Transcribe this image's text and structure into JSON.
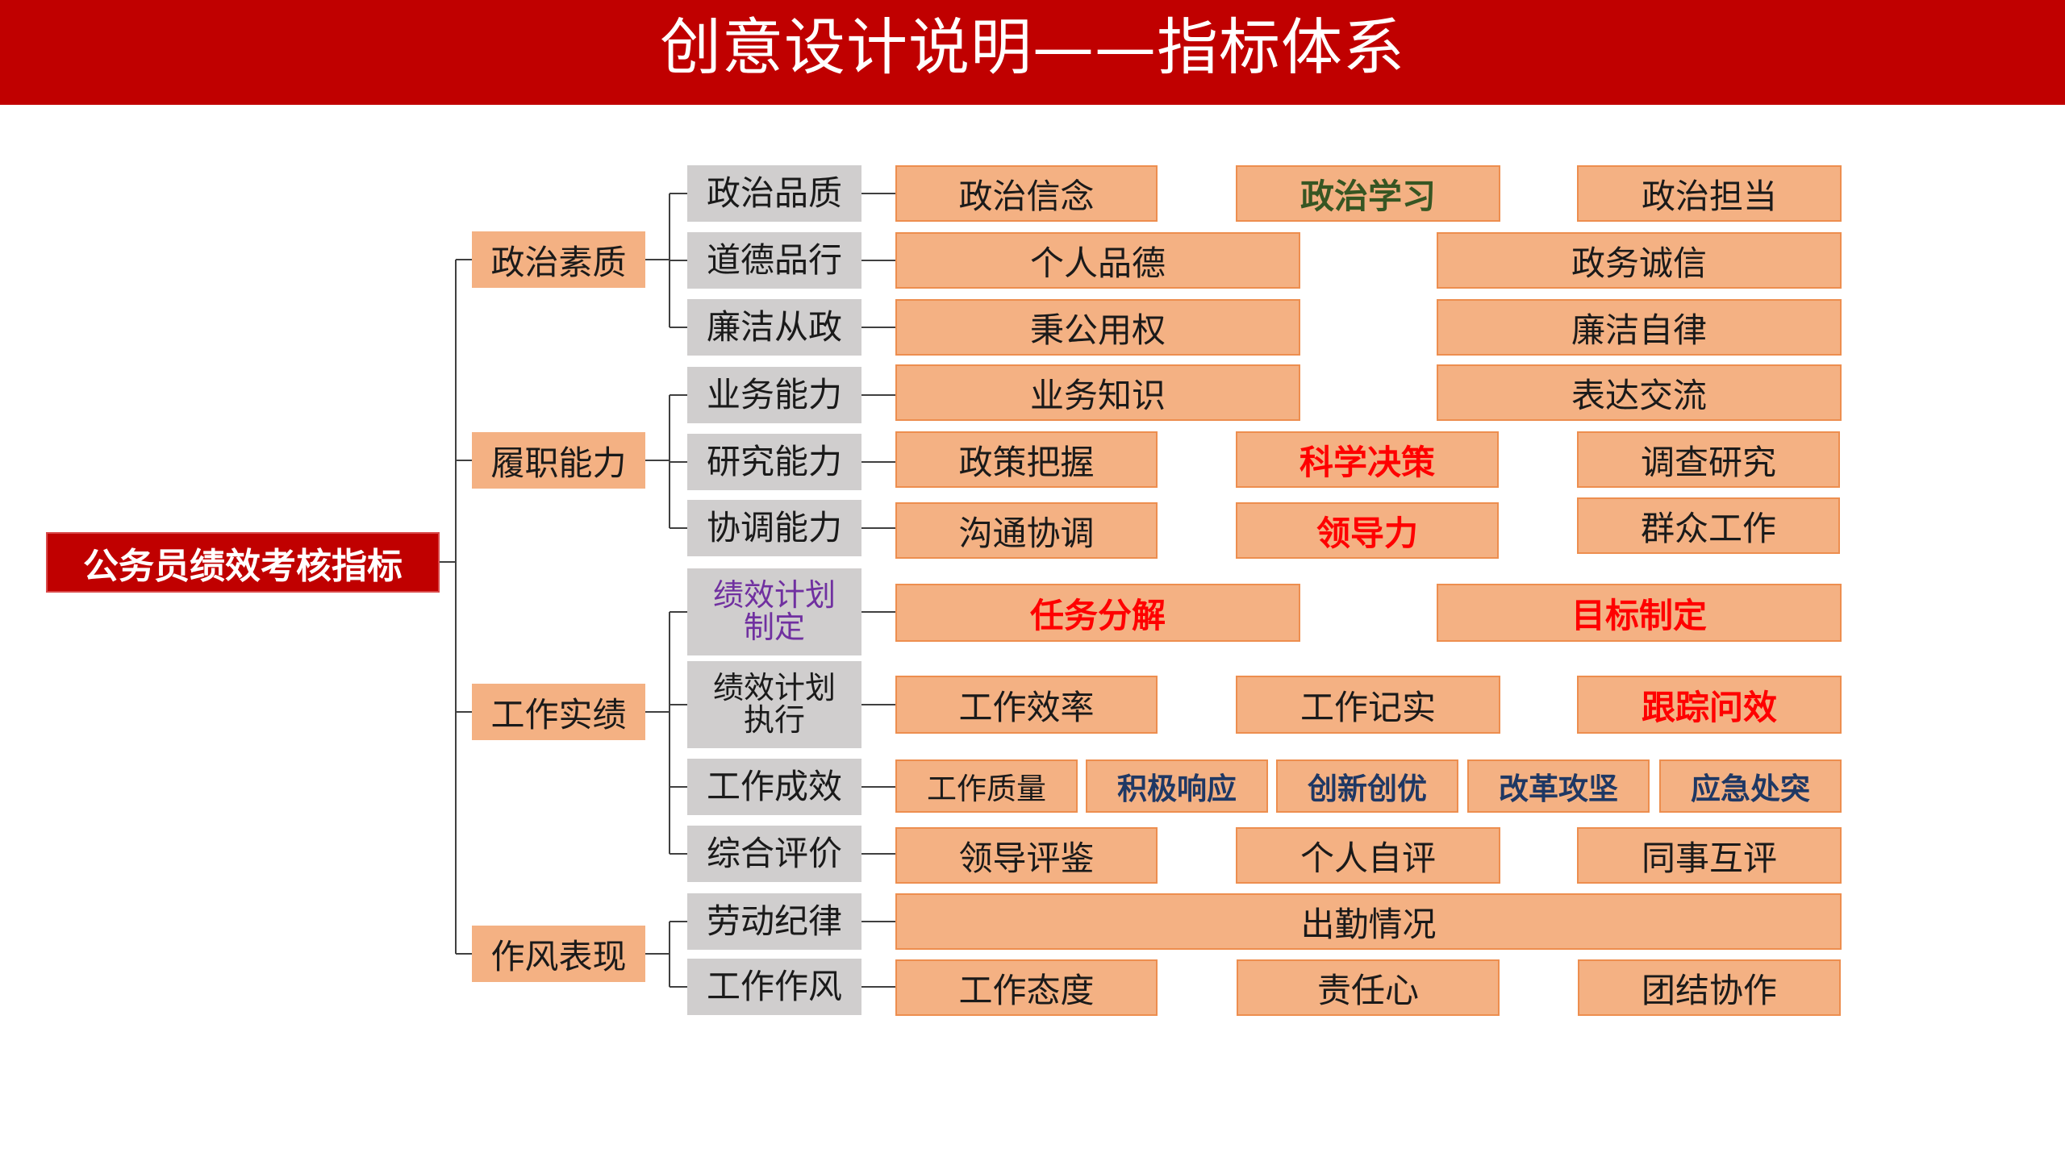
{
  "title": "创意设计说明——指标体系",
  "root": "公务员绩效考核指标",
  "categories": {
    "c1": "政治素质",
    "c2": "履职能力",
    "c3": "工作实绩",
    "c4": "作风表现"
  },
  "subs": {
    "s1": "政治品质",
    "s2": "道德品行",
    "s3": "廉洁从政",
    "s4": "业务能力",
    "s5": "研究能力",
    "s6": "协调能力",
    "s7": "绩效计划制定",
    "s8": "绩效计划执行",
    "s9": "工作成效",
    "s10": "综合评价",
    "s11": "劳动纪律",
    "s12": "工作作风"
  },
  "leaves": {
    "s1": [
      "政治信念",
      "政治学习",
      "政治担当"
    ],
    "s2": [
      "个人品德",
      "政务诚信"
    ],
    "s3": [
      "秉公用权",
      "廉洁自律"
    ],
    "s4": [
      "业务知识",
      "表达交流"
    ],
    "s5": [
      "政策把握",
      "科学决策",
      "调查研究"
    ],
    "s6": [
      "沟通协调",
      "领导力",
      "群众工作"
    ],
    "s7": [
      "任务分解",
      "目标制定"
    ],
    "s8": [
      "工作效率",
      "工作记实",
      "跟踪问效"
    ],
    "s9": [
      "工作质量",
      "积极响应",
      "创新创优",
      "改革攻坚",
      "应急处突"
    ],
    "s10": [
      "领导评鉴",
      "个人自评",
      "同事互评"
    ],
    "s11": [
      "出勤情况"
    ],
    "s12": [
      "工作态度",
      "责任心",
      "团结协作"
    ]
  },
  "colors": {
    "header": "#c00000",
    "root": "#c00000",
    "category": "#f4b183",
    "subcategory": "#d0cece",
    "leaf": "#f4b183",
    "leaf_border": "#ed8e4f",
    "emphasis_red": "#ff0000",
    "emphasis_green": "#375623",
    "emphasis_navy": "#1f3864",
    "purple_text": "#7030a0"
  }
}
